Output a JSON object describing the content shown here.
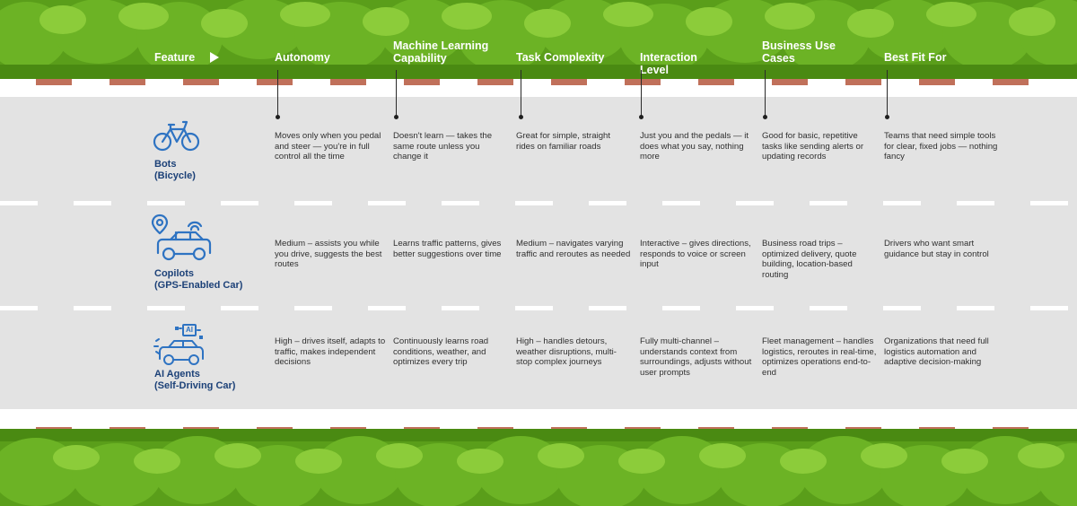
{
  "header": {
    "feature_label": "Feature",
    "columns": [
      {
        "line1": "Autonomy",
        "line2": ""
      },
      {
        "line1": "Machine Learning",
        "line2": "Capability"
      },
      {
        "line1": "Task Complexity",
        "line2": ""
      },
      {
        "line1": "Interaction",
        "line2": "Level"
      },
      {
        "line1": "Business Use",
        "line2": "Cases"
      },
      {
        "line1": "Best Fit For",
        "line2": ""
      }
    ]
  },
  "rows": [
    {
      "name": "Bots",
      "subtitle": "(Bicycle)",
      "icon": "bicycle-icon",
      "cells": [
        "Moves only when you pedal and steer — you're in full control all the time",
        "Doesn't learn — takes the same route unless you change it",
        "Great for simple, straight rides on familiar roads",
        "Just you and the pedals — it does what you say, nothing more",
        "Good for basic, repetitive tasks like sending alerts or updating records",
        "Teams that need simple tools for clear, fixed jobs — nothing fancy"
      ]
    },
    {
      "name": "Copilots",
      "subtitle": "(GPS-Enabled Car)",
      "icon": "gps-car-icon",
      "cells": [
        "Medium – assists you while you drive, suggests the best routes",
        "Learns traffic patterns, gives better suggestions over time",
        "Medium – navigates varying traffic and reroutes as needed",
        "Interactive – gives directions, responds to voice or screen input",
        "Business road trips – optimized delivery, quote building, location-based routing",
        "Drivers who want smart guidance but stay in control"
      ]
    },
    {
      "name": "AI Agents",
      "subtitle": "(Self-Driving Car)",
      "icon": "self-driving-car-icon",
      "icon_text": "AI",
      "cells": [
        "High – drives itself, adapts to traffic, makes independent decisions",
        "Continuously learns road conditions, weather, and optimizes every trip",
        "High – handles detours, weather disruptions, multi-stop complex journeys",
        "Fully multi-channel – understands context from surroundings, adjusts without user prompts",
        "Fleet management – handles logistics, reroutes in real-time, optimizes operations end-to-end",
        "Organizations that need full logistics automation and adaptive decision-making"
      ]
    }
  ],
  "colors": {
    "hedge": "#5a9e1a",
    "road": "#e3e3e3",
    "brick": "#c0705a",
    "row_title": "#1c4178",
    "icon": "#2e73c2"
  }
}
